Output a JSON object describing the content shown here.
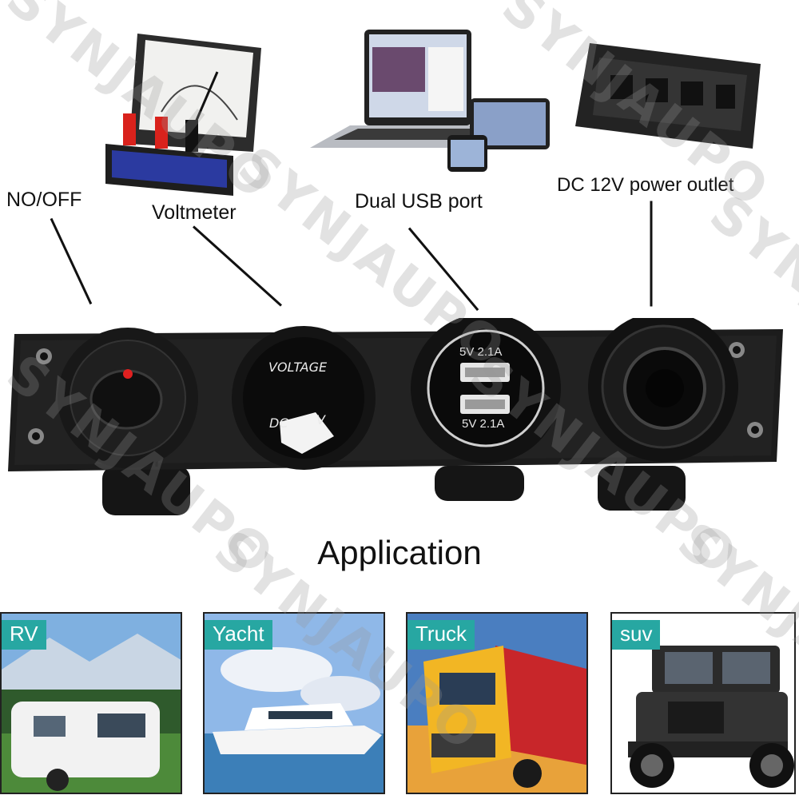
{
  "labels": {
    "switch": "NO/OFF",
    "voltmeter": "Voltmeter",
    "usb": "Dual USB port",
    "outlet": "DC 12V power outlet"
  },
  "panel": {
    "voltage_text": "VOLTAGE",
    "dc_text": "DC",
    "v_text": "V",
    "usb_top": "5V 2.1A",
    "usb_bottom": "5V 2.1A"
  },
  "application": {
    "title": "Application",
    "vehicles": [
      "RV",
      "Yacht",
      "Truck",
      "suv"
    ]
  },
  "watermark": "SYNJAUPO",
  "colors": {
    "panel": "#1c1c1c",
    "tag": "#27a7a2",
    "indicator": "#e02020"
  },
  "icons": {
    "switch": "toggle-switch-icon",
    "voltmeter": "digital-voltmeter-icon",
    "usb": "usb-charger-icon",
    "outlet": "cigarette-socket-icon"
  }
}
